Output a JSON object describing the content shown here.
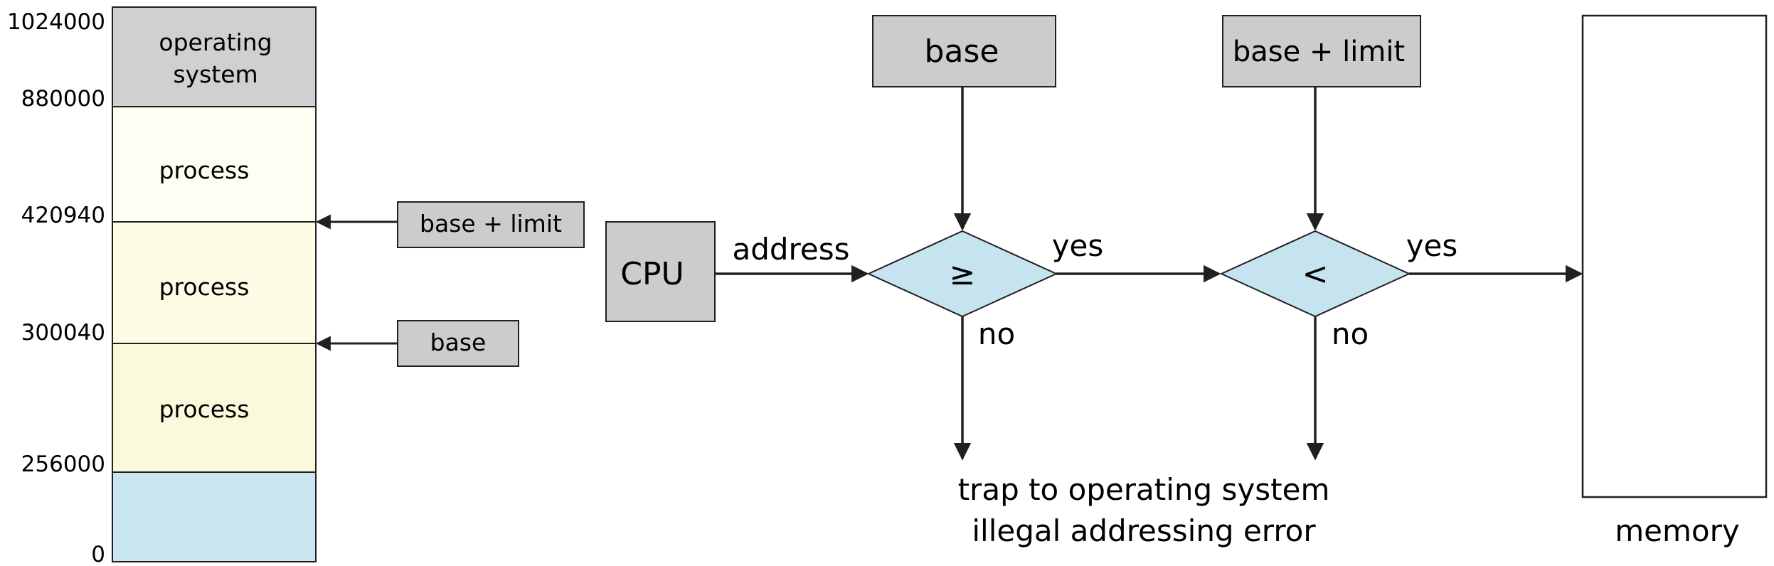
{
  "memory_map": {
    "addresses": [
      "1024000",
      "880000",
      "420940",
      "300040",
      "256000",
      "0"
    ],
    "segments": [
      "operating system",
      "process",
      "process",
      "process"
    ],
    "os_line1": "operating",
    "os_line2": "system"
  },
  "registers": {
    "limit_label": "base + limit",
    "base_label": "base"
  },
  "flow": {
    "cpu": "CPU",
    "address": "address",
    "base": "base",
    "base_limit": "base + limit",
    "op_ge": "≥",
    "op_lt": "<",
    "yes1": "yes",
    "no1": "no",
    "yes2": "yes",
    "no2": "no",
    "trap_line1": "trap to operating system",
    "trap_line2": "illegal addressing error",
    "memory": "memory"
  },
  "colors": {
    "os_fill": "#d0d0d0",
    "process_fill_1": "#fefef2",
    "process_fill_2": "#fdfde6",
    "process_fill_3": "#fbf9dc",
    "free_fill": "#c9e7f0",
    "box_fill": "#cccccc",
    "diamond_fill": "#c5e4ef",
    "stroke": "#231f20"
  }
}
